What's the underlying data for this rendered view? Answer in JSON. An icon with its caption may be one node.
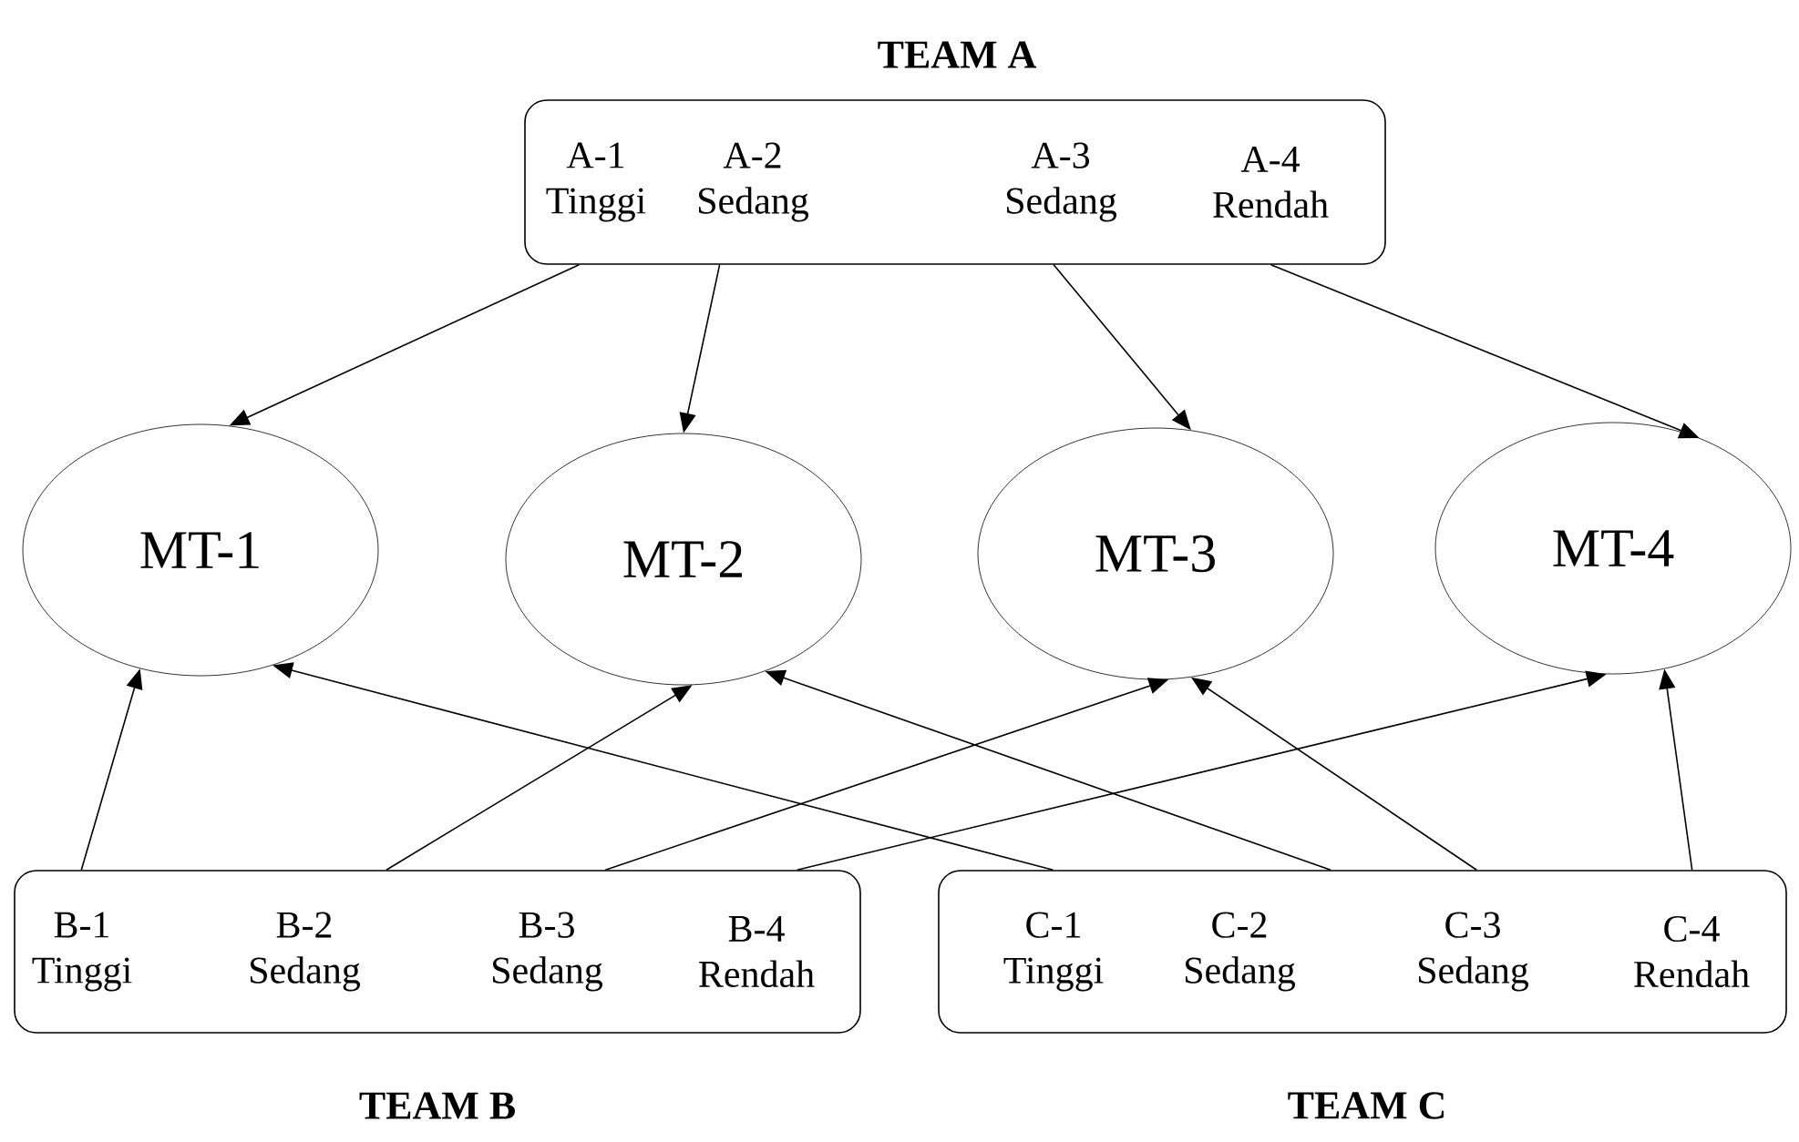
{
  "diagram": {
    "nodes": [
      {
        "text": [
          "TEAM A",
          "A-1 Tinggi",
          "A-2 Sedang",
          "A-3 Sedang",
          "A-4 Rendah"
        ]
      },
      {
        "text": [
          "MT-1"
        ]
      },
      {
        "text": [
          "MT-2"
        ]
      },
      {
        "text": [
          "MT-3"
        ]
      },
      {
        "text": [
          "MT-4"
        ]
      },
      {
        "text": [
          "TEAM B",
          "B-1 Tinggi",
          "B-2 Sedang",
          "B-3 Sedang",
          "B-4 Rendah"
        ]
      },
      {
        "text": [
          "TEAM C",
          "C-1 Tinggi",
          "C-2 Sedang",
          "C-3 Sedang",
          "C-4 Rendah"
        ]
      }
    ],
    "edges": [
      {
        "from": 0,
        "to": 1,
        "arrow": "to"
      },
      {
        "from": 0,
        "to": 2,
        "arrow": "to"
      },
      {
        "from": 0,
        "to": 3,
        "arrow": "to"
      },
      {
        "from": 0,
        "to": 4,
        "arrow": "to"
      },
      {
        "from": 5,
        "to": 1,
        "arrow": "to"
      },
      {
        "from": 5,
        "to": 2,
        "arrow": "to"
      },
      {
        "from": 5,
        "to": 3,
        "arrow": "to"
      },
      {
        "from": 5,
        "to": 4,
        "arrow": "to"
      },
      {
        "from": 6,
        "to": 1,
        "arrow": "to"
      },
      {
        "from": 6,
        "to": 2,
        "arrow": "to"
      },
      {
        "from": 6,
        "to": 3,
        "arrow": "to"
      },
      {
        "from": 6,
        "to": 4,
        "arrow": "to"
      }
    ]
  }
}
